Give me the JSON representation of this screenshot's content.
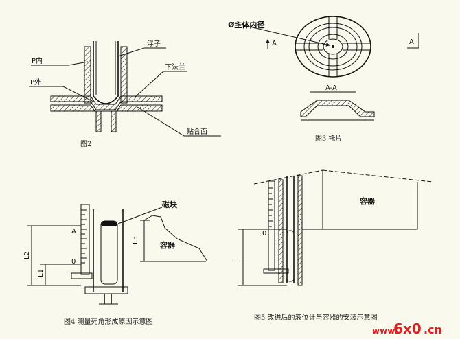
{
  "fig2": {
    "caption": "图2",
    "p_in": "P内",
    "p_out": "P外",
    "float": "浮子",
    "lower_flange": "下法兰",
    "contact_face": "贴合面"
  },
  "fig3": {
    "caption": "图3   托片",
    "diameter": "Ø主体内径",
    "section_mark": "A",
    "section_label": "A-A"
  },
  "fig4": {
    "caption": "图4   测量死角形成原因示意图",
    "magnet": "磁块",
    "vessel": "容器",
    "l1": "L1",
    "l2": "L2",
    "l3": "L3",
    "mark_a": "A",
    "zero": "0"
  },
  "fig5": {
    "caption": "图5   改进后的液位计与容器的安装示意图",
    "vessel": "容器",
    "zero": "0",
    "l": "L"
  },
  "watermark": {
    "prefix": "www.",
    "brand": "6x0",
    "suffix": ".cn",
    "color": "#e02020"
  }
}
